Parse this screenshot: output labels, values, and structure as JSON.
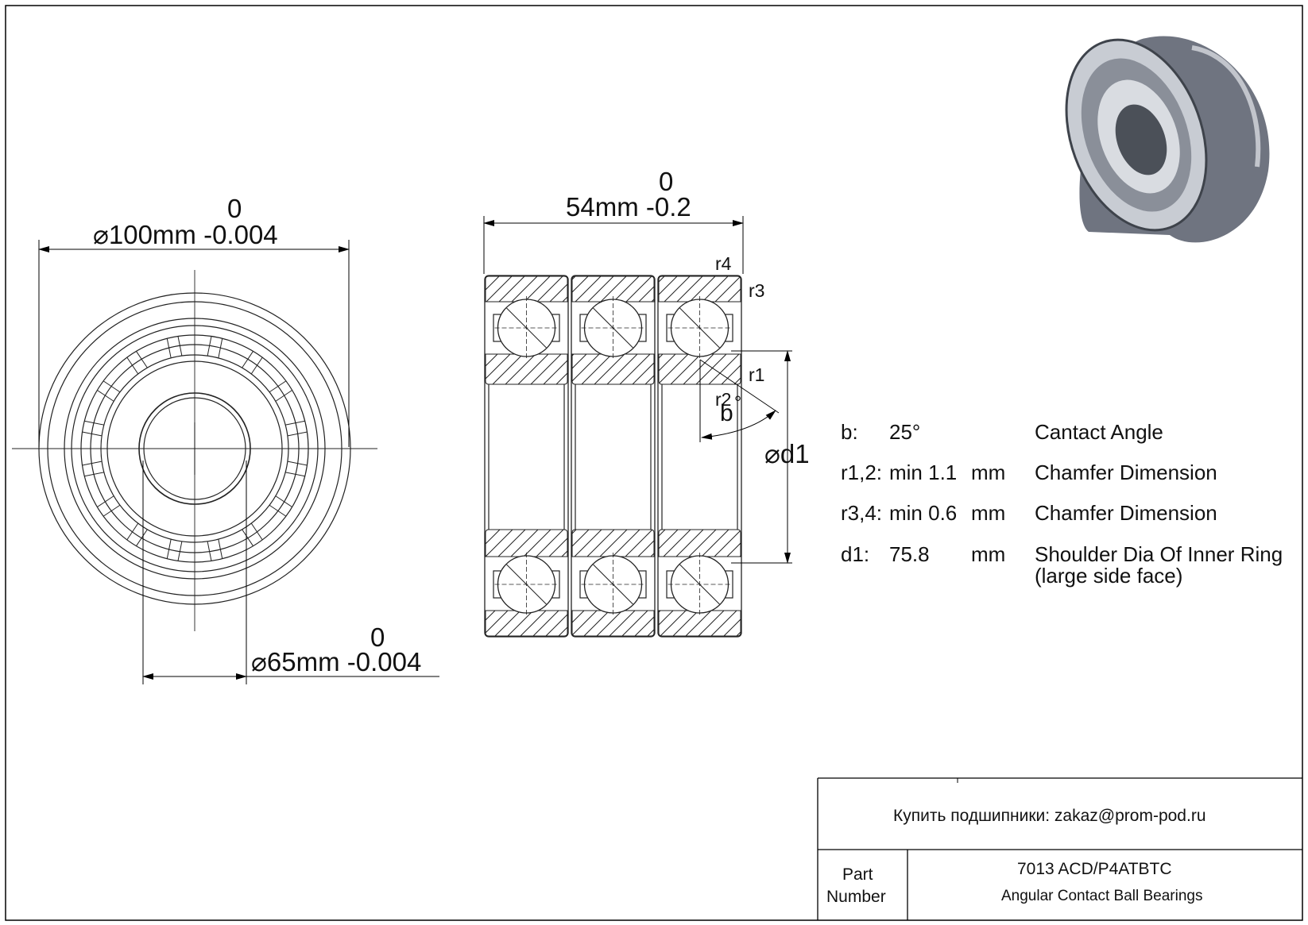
{
  "outer_diameter": {
    "symbol": "⌀",
    "nominal": "100mm",
    "upper": "0",
    "lower": "-0.004"
  },
  "bore_diameter": {
    "symbol": "⌀",
    "nominal": "65mm",
    "upper": "0",
    "lower": "-0.004"
  },
  "width": {
    "nominal": "54mm",
    "upper": "0",
    "lower": "-0.2"
  },
  "section_labels": {
    "r1": "r1",
    "r2": "r2",
    "r3": "r3",
    "r4": "r4",
    "b": "b",
    "degree": "°",
    "d1": "⌀d1"
  },
  "specs": [
    {
      "key": "b:",
      "value": "25°",
      "unit": "",
      "description": "Cantact Angle",
      "description2": ""
    },
    {
      "key": "r1,2:",
      "value": "min 1.1",
      "unit": "mm",
      "description": "Chamfer Dimension",
      "description2": ""
    },
    {
      "key": "r3,4:",
      "value": "min 0.6",
      "unit": "mm",
      "description": "Chamfer Dimension",
      "description2": ""
    },
    {
      "key": "d1:",
      "value": "75.8",
      "unit": "mm",
      "description": "Shoulder Dia Of Inner Ring",
      "description2": "(large side face)"
    }
  ],
  "title_block": {
    "contact": "Купить подшипники: zakaz@prom-pod.ru",
    "part_label_line1": "Part",
    "part_label_line2": "Number",
    "part_number": "7013 ACD/P4ATBTC",
    "part_type": "Angular Contact Ball Bearings"
  }
}
